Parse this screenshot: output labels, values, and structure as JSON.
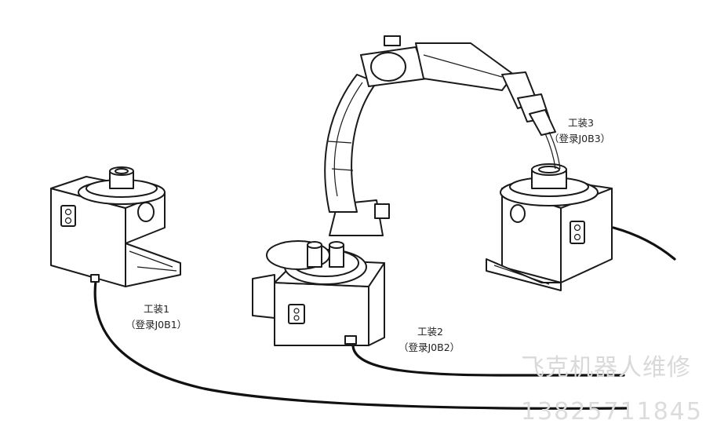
{
  "labels": {
    "fixture1": {
      "name": "工装1",
      "job": "（登录J0B1）"
    },
    "fixture2": {
      "name": "工装2",
      "job": "（登录J0B2）"
    },
    "fixture3": {
      "name": "工装3",
      "job": "（登录J0B3）"
    }
  },
  "watermark": {
    "company": "飞克机器人维修",
    "phone": "13825711845"
  }
}
